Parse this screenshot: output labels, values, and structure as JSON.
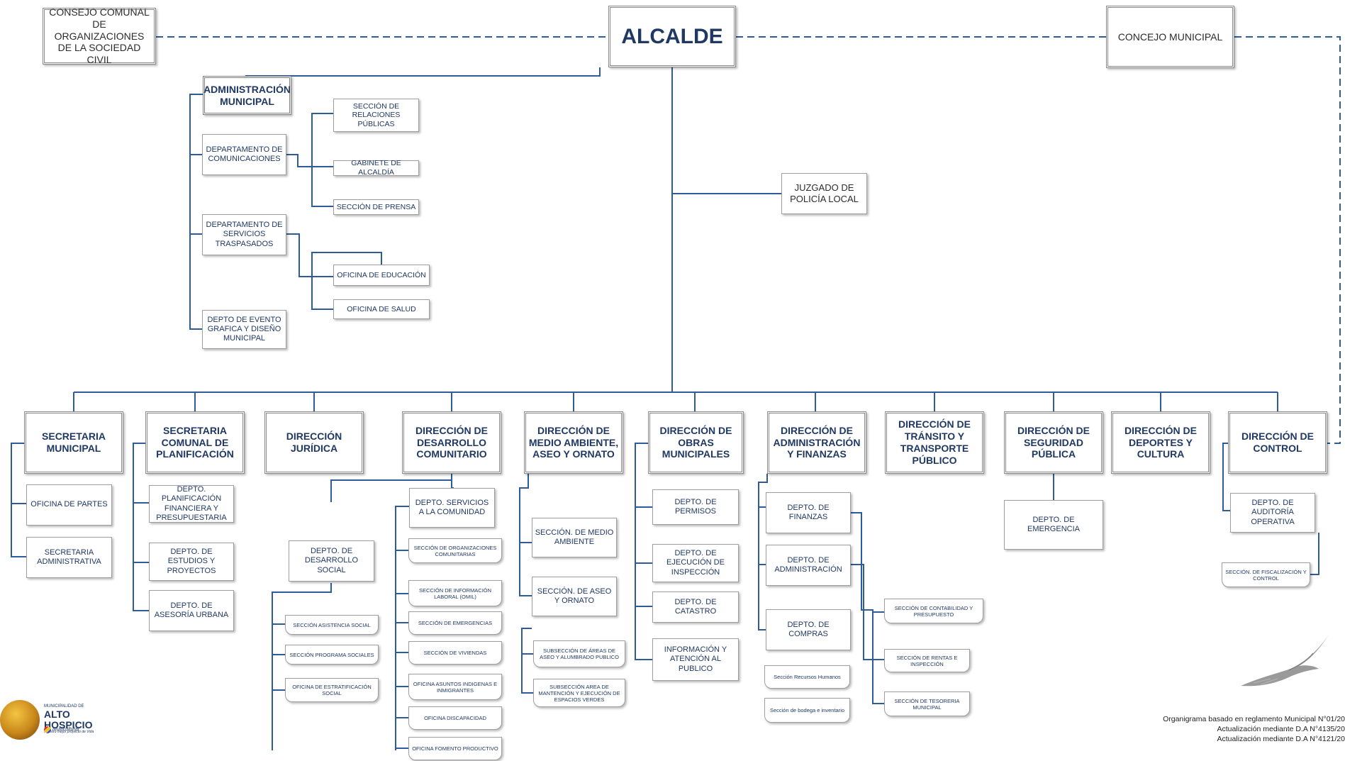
{
  "top": {
    "alcalde": "ALCALDE",
    "consejo": "CONSEJO COMUNAL DE ORGANIZACIONES DE LA SOCIEDAD CIVIL",
    "concejo": "CONCEJO MUNICIPAL",
    "juzgado": "JUZGADO DE POLICÍA LOCAL"
  },
  "admin": {
    "title": "ADMINISTRACIÓN MUNICIPAL",
    "dept_comunicaciones": "DEPARTAMENTO DE COMUNICACIONES",
    "dept_servicios": "DEPARTAMENTO DE SERVICIOS TRASPASADOS",
    "dept_evento": "DEPTO DE EVENTO GRAFICA Y DISEÑO MUNICIPAL",
    "sec_relaciones": "SECCIÓN DE RELACIONES PÚBLICAS",
    "gabinete": "GABINETE DE ALCALDÍA",
    "sec_prensa": "SECCIÓN DE PRENSA",
    "of_educacion": "OFICINA DE EDUCACIÓN",
    "of_salud": "OFICINA DE SALUD"
  },
  "directions": {
    "secretaria_municipal": "SECRETARIA MUNICIPAL",
    "secplan": "SECRETARIA COMUNAL DE PLANIFICACIÓN",
    "juridica": "DIRECCIÓN JURÍDICA",
    "dideco": "DIRECCIÓN DE DESARROLLO COMUNITARIO",
    "medio_ambiente": "DIRECCIÓN DE MEDIO AMBIENTE, ASEO Y ORNATO",
    "obras": "DIRECCIÓN DE OBRAS MUNICIPALES",
    "administracion_finanzas": "DIRECCIÓN DE ADMINISTRACIÓN  Y FINANZAS",
    "transito": "DIRECCIÓN DE TRÁNSITO Y TRANSPORTE PÚBLICO",
    "seguridad": "DIRECCIÓN DE SEGURIDAD PÚBLICA",
    "deportes": "DIRECCIÓN DE DEPORTES Y CULTURA",
    "control": "DIRECCIÓN DE CONTROL"
  },
  "secretaria": {
    "oficina_partes": "OFICINA DE PARTES",
    "secretaria_admin": "SECRETARIA ADMINISTRATIVA"
  },
  "secplan": {
    "planificacion": "DEPTO. PLANIFICACIÓN FINANCIERA Y PRESUPUESTARIA",
    "estudios": "DEPTO. DE ESTUDIOS Y PROYECTOS",
    "asesoria": "DEPTO. DE ASESORÍA URBANA"
  },
  "dideco": {
    "desarrollo_social": "DEPTO. DE DESARROLLO SOCIAL",
    "asistencia": "SECCIÓN ASISTENCIA SOCIAL",
    "programa": "SECCIÓN PROGRAMA SOCIALES",
    "estratificacion": "OFICINA DE ESTRATIFICACIÓN SOCIAL",
    "servicios_comunidad": "DEPTO. SERVICIOS A LA COMUNIDAD",
    "organizaciones": "SECCIÓN DE ORGANIZACIONES COMUNITARIAS",
    "informacion_laboral": "SECCIÓN DE INFORMACIÓN LABORAL (OMIL)",
    "emergencias": "SECCIÓN DE EMERGENCIAS",
    "viviendas": "SECCIÓN DE VIVIENDAS",
    "indigenas": "OFICINA ASUNTOS INDIGENAS E INMIGRANTES",
    "discapacidad": "OFICINA DISCAPACIDAD",
    "fomento": "OFICINA FOMENTO PRODUCTIVO"
  },
  "medio": {
    "sec_medio": "SECCIÓN. DE MEDIO AMBIENTE",
    "sec_aseo": "SECCIÓN. DE ASEO Y ORNATO",
    "sub_areas": "SUBSECCIÓN DE ÁREAS DE ASEO Y ALUMBRADO PUBLICO",
    "sub_verdes": "SUBSECCIÓN AREA DE MANTENCIÓN Y EJECUCIÓN DE ESPACIOS VERDES"
  },
  "obras": {
    "permisos": "DEPTO. DE PERMISOS",
    "ejecucion": "DEPTO. DE EJECUCIÓN DE INSPECCIÓN",
    "catastro": "DEPTO. DE CATASTRO",
    "informacion": "INFORMACIÓN Y ATENCIÓN AL PUBLICO"
  },
  "finanzas": {
    "depto_finanzas": "DEPTO. DE FINANZAS",
    "depto_admin": "DEPTO. DE ADMINISTRACIÓN",
    "depto_compras": "DEPTO. DE COMPRAS",
    "recursos": "Sección Recursos Humanos",
    "bodega": "Sección de bodega e inventario",
    "contabilidad": "SECCIÓN DE CONTABILIDAD Y PRESUPUESTO",
    "rentas": "SECCIÓN DE RENTAS E INSPECCIÓN",
    "tesoreria": "SECCIÓN DE TESORERIA MUNICIPAL"
  },
  "seguridad": {
    "emergencia": "DEPTO. DE EMERGENCIA"
  },
  "control": {
    "auditoria": "DEPTO. DE AUDITORÍA OPERATIVA",
    "fiscalizacion": "SECCIÓN. DE FISCALIZACIÓN Y CONTROL"
  },
  "footnotes": [
    "Organigrama basado en reglamento Municipal N°01/20",
    "Actualización mediante D.A N°4135/20",
    "Actualización mediante D.A N°4121/20"
  ],
  "logo": {
    "small": "MUNICIPALIDAD DE",
    "name": "ALTO HOSPICIO",
    "motto": "Nuestro mejor proyecto de Vida",
    "sub": "Multicultural"
  },
  "colors": {
    "line": "#2e5c9a",
    "dash": "#2e5c9a",
    "text": "#1f3864"
  }
}
